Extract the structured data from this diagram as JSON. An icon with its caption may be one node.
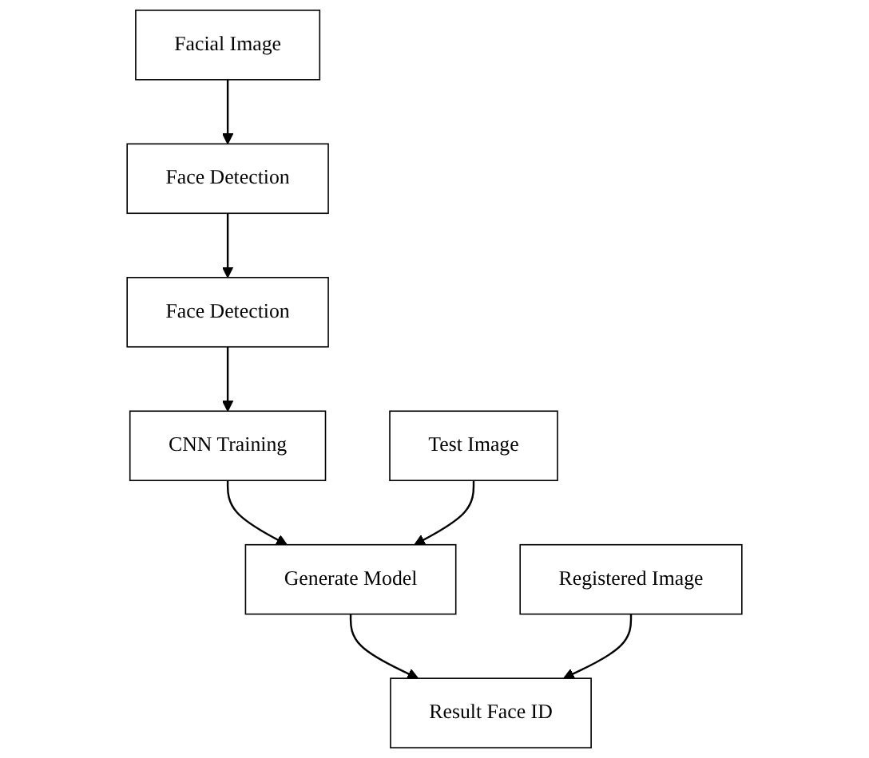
{
  "diagram": {
    "nodes": [
      {
        "text": [
          "Facial Image"
        ]
      },
      {
        "text": [
          "Face Detection"
        ]
      },
      {
        "text": [
          "Face Detection"
        ]
      },
      {
        "text": [
          "CNN Training"
        ]
      },
      {
        "text": [
          "Test Image"
        ]
      },
      {
        "text": [
          "Generate Model"
        ]
      },
      {
        "text": [
          "Registered Image"
        ]
      },
      {
        "text": [
          "Result Face ID"
        ]
      }
    ],
    "edges": [
      {
        "from": 0,
        "to": 1,
        "arrow": "to"
      },
      {
        "from": 1,
        "to": 2,
        "arrow": "to"
      },
      {
        "from": 2,
        "to": 3,
        "arrow": "to"
      },
      {
        "from": 3,
        "to": 5,
        "arrow": "to"
      },
      {
        "from": 4,
        "to": 5,
        "arrow": "to"
      },
      {
        "from": 5,
        "to": 7,
        "arrow": "to"
      },
      {
        "from": 6,
        "to": 7,
        "arrow": "to"
      }
    ]
  }
}
